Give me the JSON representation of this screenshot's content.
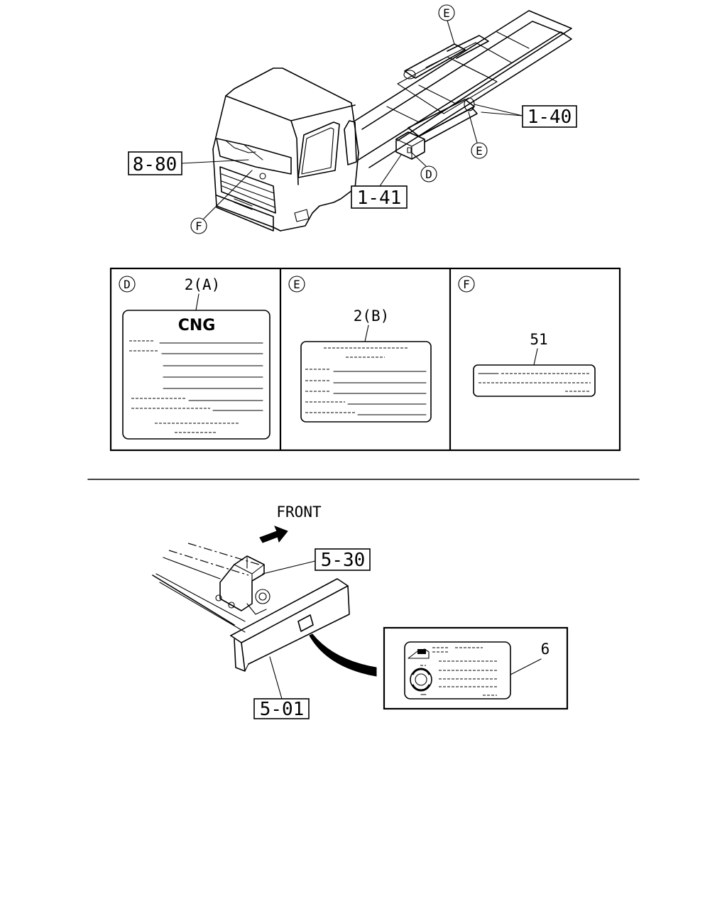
{
  "callouts": {
    "c_8_80": "8-80",
    "c_1_40": "1-40",
    "c_1_41": "1-41",
    "c_5_30": "5-30",
    "c_5_01": "5-01"
  },
  "view_markers": {
    "top_e": "E",
    "side_e": "E",
    "d": "D",
    "f": "F"
  },
  "panels": {
    "d": {
      "marker": "D",
      "ref": "2(A)",
      "label_title": "CNG"
    },
    "e": {
      "marker": "E",
      "ref": "2(B)"
    },
    "f": {
      "marker": "F",
      "ref": "51"
    }
  },
  "bottom": {
    "front_label": "FRONT",
    "detail_ref": "6"
  }
}
